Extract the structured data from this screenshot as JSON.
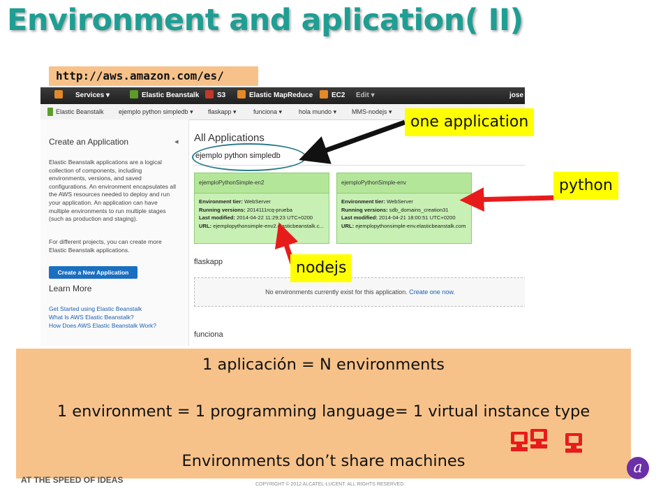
{
  "title": "Environment and aplication( II)",
  "url": "http://aws.amazon.com/es/",
  "console": {
    "topbar": {
      "services": "Services",
      "services_chevron": "▾",
      "items": [
        "Elastic Beanstalk",
        "S3",
        "Elastic MapReduce",
        "EC2"
      ],
      "edit": "Edit",
      "edit_chevron": "▾",
      "user": "jose"
    },
    "subbar": {
      "service": "Elastic Beanstalk",
      "items": [
        "ejemplo python simpledb",
        "flaskapp",
        "funciona",
        "hola mundo",
        "MMS-nodejs"
      ],
      "chevron": "▾"
    },
    "left": {
      "title": "Create an Application",
      "collapse": "◂",
      "para1": "Elastic Beanstalk applications are a logical collection of components, including environments, versions, and saved configurations. An environment encapsulates all the AWS resources needed to deploy and run your application. An application can have multiple environments to run multiple stages (such as production and staging).",
      "para2": "For different projects, you can create more Elastic Beanstalk applications.",
      "button": "Create a New Application",
      "learn_more": "Learn More",
      "links": [
        "Get Started using Elastic Beanstalk",
        "What Is AWS Elastic Beanstalk?",
        "How Does AWS Elastic Beanstalk Work?"
      ]
    },
    "right": {
      "heading": "All Applications",
      "app_name": "ejemplo python simpledb",
      "environments": [
        {
          "name": "ejemploPythonSimple-en2",
          "tier_label": "Environment tier:",
          "tier": "WebServer",
          "versions_label": "Running versions:",
          "versions": "2014111rcq-prueba",
          "modified_label": "Last modified:",
          "modified": "2014-04-22 11:29:23 UTC+0200",
          "url_label": "URL:",
          "url": "ejemplopythonsimple-env2.elasticbeanstalk.c..."
        },
        {
          "name": "ejemploPythonSimple-env",
          "tier_label": "Environment tier:",
          "tier": "WebServer",
          "versions_label": "Running versions:",
          "versions": "sdb_domains_creation31",
          "modified_label": "Last modified:",
          "modified": "2014-04-21 18:00:51 UTC+0200",
          "url_label": "URL:",
          "url": "ejemplopythonsimple-env.elasticbeanstalk.com"
        }
      ],
      "flaskapp": "flaskapp",
      "empty_text": "No environments currently exist for this application.",
      "create_link": "Create one now.",
      "funciona": "funciona"
    }
  },
  "callouts": {
    "one_application": "one application",
    "python": "python",
    "nodejs": "nodejs"
  },
  "info": {
    "line1": "1 aplicación = N environments",
    "line2": "1 environment = 1 programming language= 1 virtual instance type",
    "line3": "Environments don’t share machines"
  },
  "footer": {
    "tagline": "AT THE SPEED OF IDEAS",
    "copyright": "COPYRIGHT © 2012 ALCATEL-LUCENT.  ALL RIGHTS RESERVED.",
    "logo": "a"
  },
  "colors": {
    "title": "#1f9e93",
    "highlight": "#ffff00",
    "info_bg": "#f7c28a",
    "arrow_red": "#e81b1b",
    "computer_icon": "#e81b1b"
  },
  "icons": [
    "arrow-icon",
    "computer-icon"
  ]
}
